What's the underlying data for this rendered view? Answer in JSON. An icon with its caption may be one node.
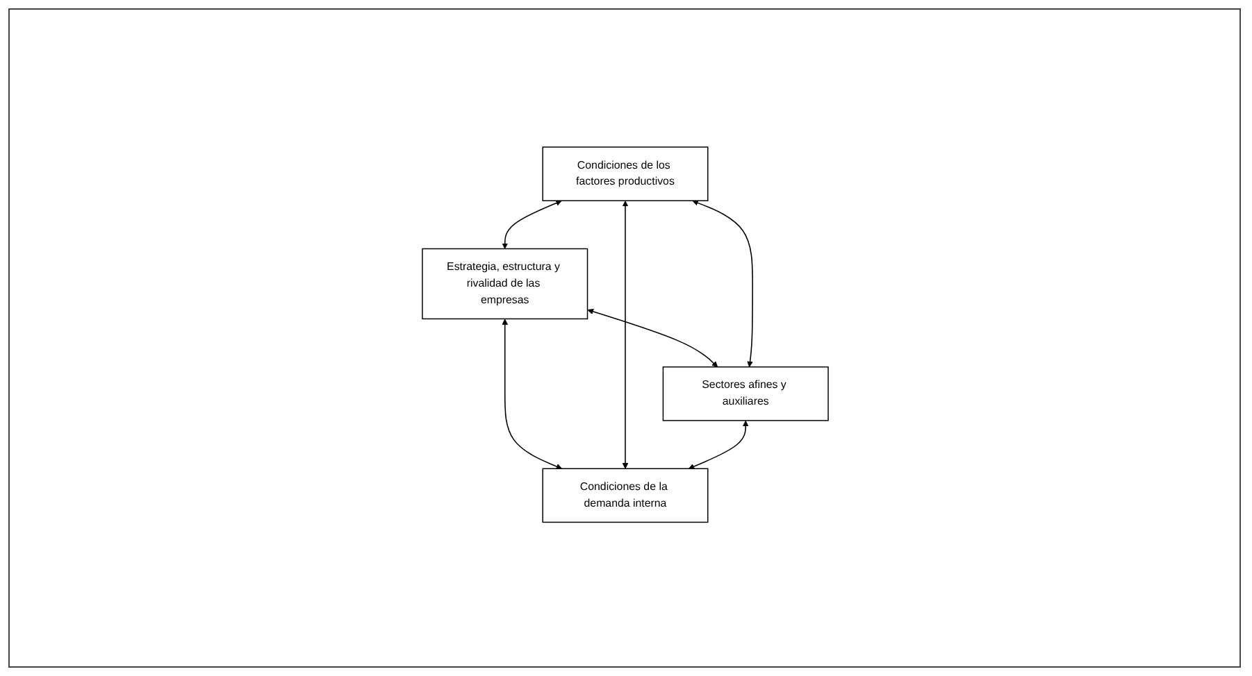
{
  "diagram": {
    "nodes": [
      {
        "text": [
          "Estrategia, estructura y rivalidad de las empresas"
        ]
      },
      {
        "text": [
          "Condiciones de los factores productivos"
        ]
      },
      {
        "text": [
          "Condiciones de la demanda interna"
        ]
      },
      {
        "text": [
          "Sectores afines y auxiliares"
        ]
      }
    ],
    "edges": [
      {
        "from": 1,
        "to": 0,
        "arrow": "both"
      },
      {
        "from": 0,
        "to": 2,
        "arrow": "both"
      },
      {
        "from": 1,
        "to": 2,
        "arrow": "both"
      },
      {
        "from": 0,
        "to": 3,
        "arrow": "both"
      },
      {
        "from": 1,
        "to": 3,
        "arrow": "both"
      },
      {
        "from": 3,
        "to": 2,
        "arrow": "both"
      }
    ]
  }
}
